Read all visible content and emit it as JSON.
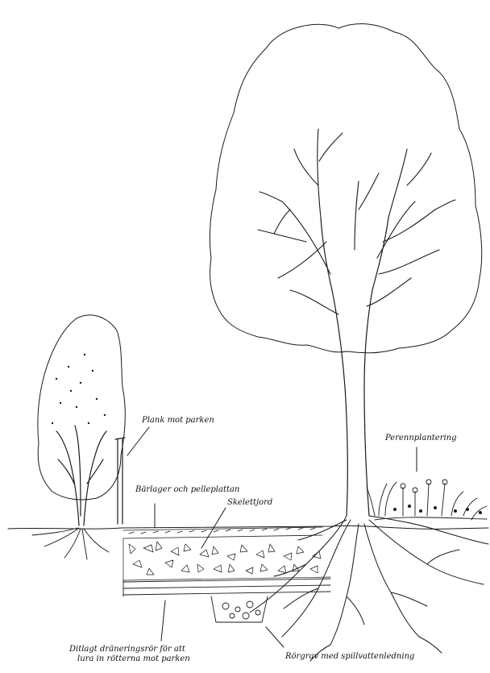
{
  "labels": {
    "plank": "Plank mot parken",
    "barlager": "Bärlager och pelleplattan",
    "skelettjord": "Skelettjord",
    "perenn": "Perennplantering",
    "ditlagt_line1": "Ditlagt dräneringsrör för att",
    "ditlagt_line2": "lura in rötterna mot parken",
    "rorgrav": "Rörgrav med spillvattenledning"
  },
  "colors": {
    "ink": "#1a1a1a",
    "paper": "#ffffff"
  }
}
